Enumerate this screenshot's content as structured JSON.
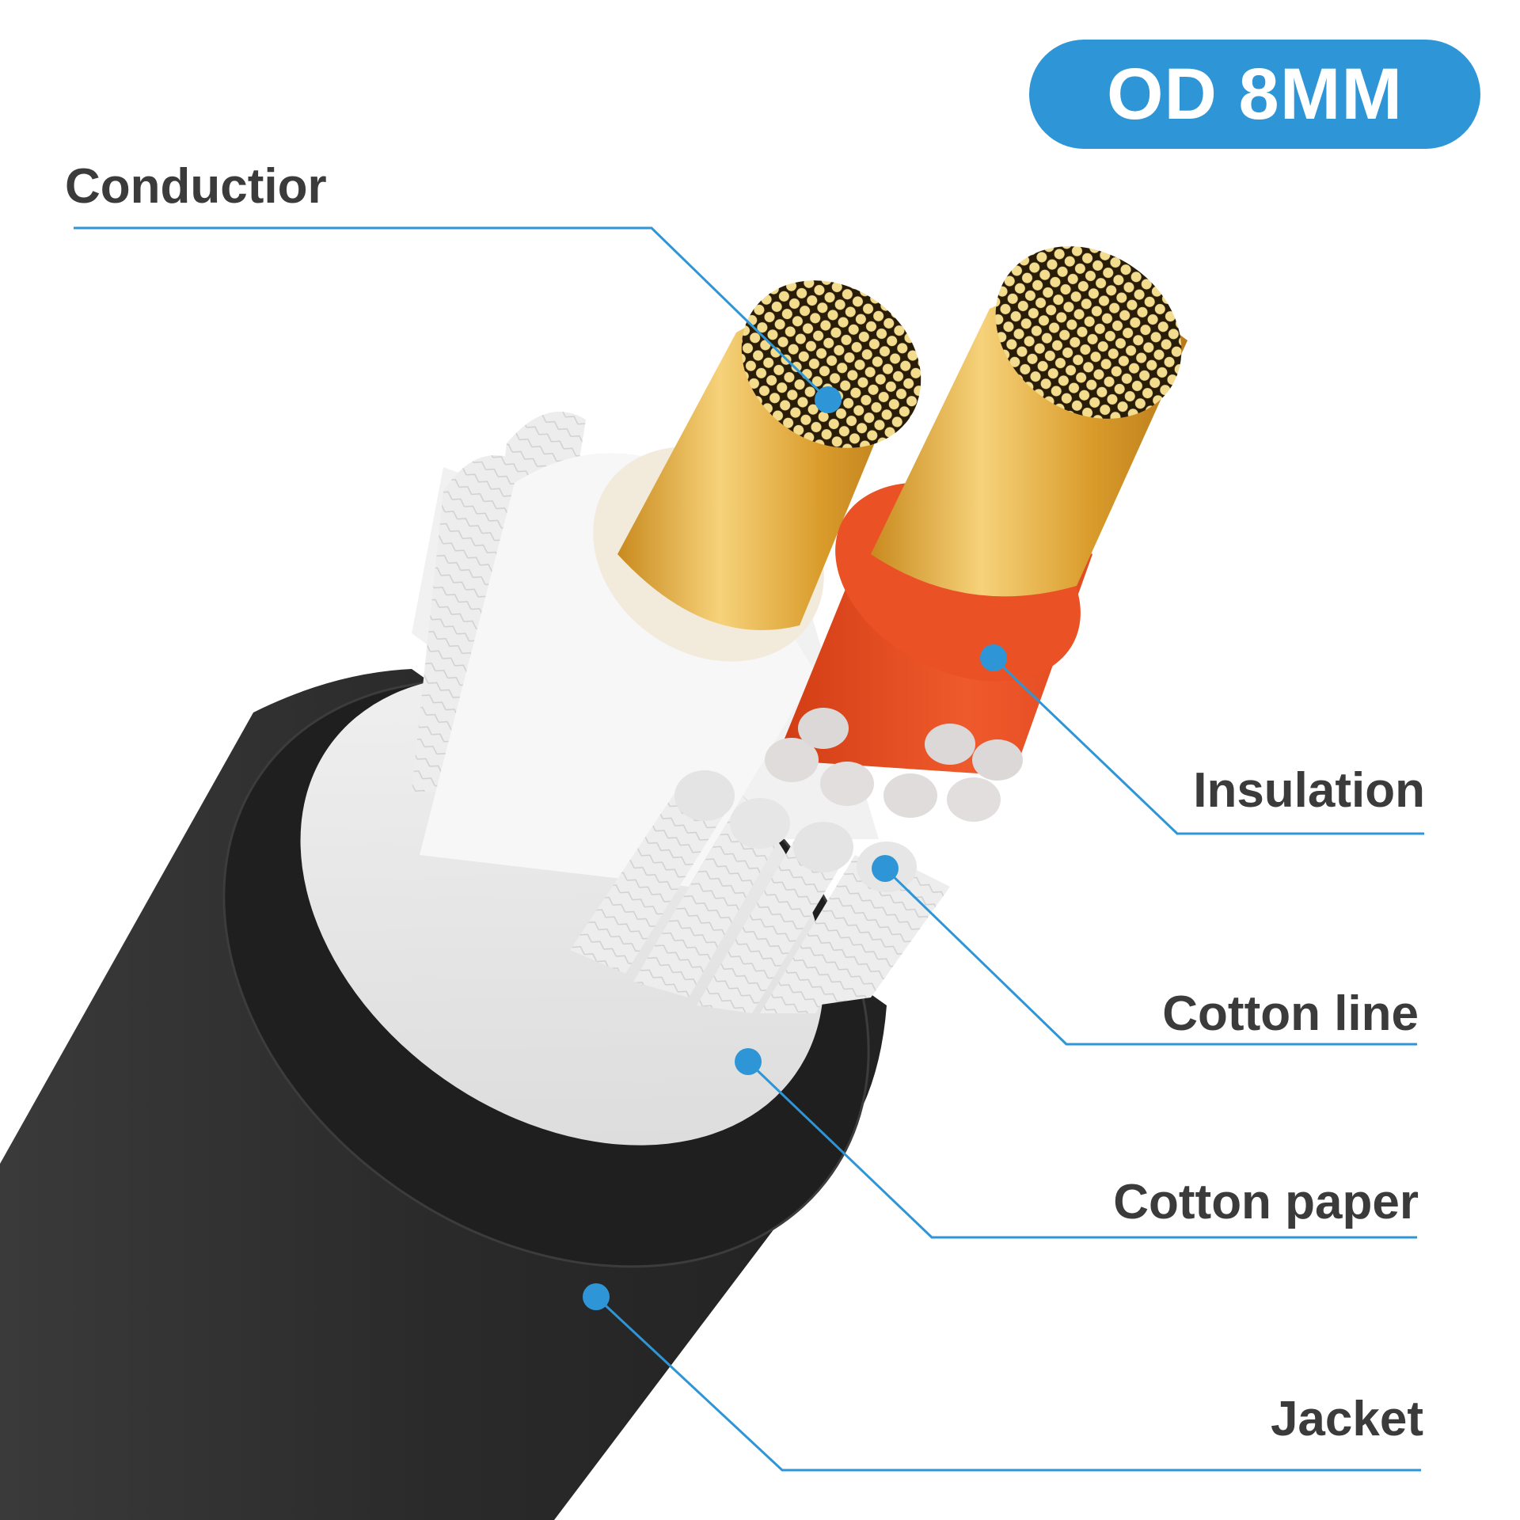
{
  "badge": {
    "text": "OD 8MM",
    "color": "#2e96d6"
  },
  "callouts": [
    {
      "id": "conductor",
      "label": "Conductior",
      "side": "left"
    },
    {
      "id": "insulation",
      "label": "Insulation",
      "side": "right"
    },
    {
      "id": "cotton-line",
      "label": "Cotton line",
      "side": "right"
    },
    {
      "id": "cotton-paper",
      "label": "Cotton paper",
      "side": "right"
    },
    {
      "id": "jacket",
      "label": "Jacket",
      "side": "right"
    }
  ],
  "colors": {
    "accent": "#2e96d6",
    "label_text": "#3b3b3b",
    "jacket": "#2b2b2b",
    "paper": "#e9e9e9",
    "insulation_red": "#e8491f",
    "conductor_gold": "#e7c25a",
    "cotton": "#ececec"
  }
}
